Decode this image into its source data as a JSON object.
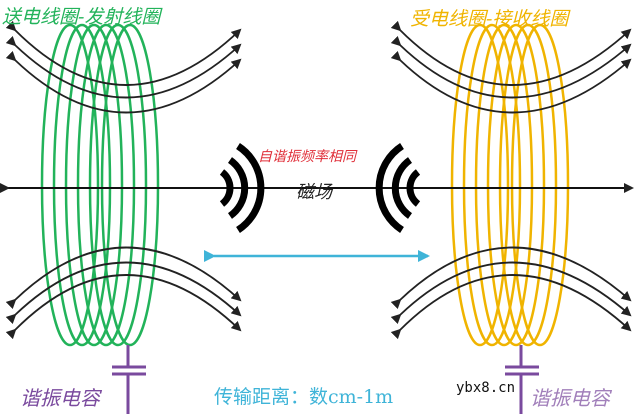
{
  "labels": {
    "transmit_coil": "送电线圈-发射线圈",
    "receive_coil": "受电线圈-接收线圈",
    "same_frequency": "自谐振频率相同",
    "magnetic_field": "磁场",
    "capacitor_left": "谐振电容",
    "capacitor_right": "谐振电容",
    "distance": "传输距离：数cm-1m",
    "watermark": "ybx8.cn"
  },
  "colors": {
    "transmit_coil": "#22b35a",
    "receive_coil": "#f0b400",
    "capacitor": "#7a4a9e",
    "distance_arrow": "#3fb4d8",
    "frequency_text": "#e0303a"
  }
}
